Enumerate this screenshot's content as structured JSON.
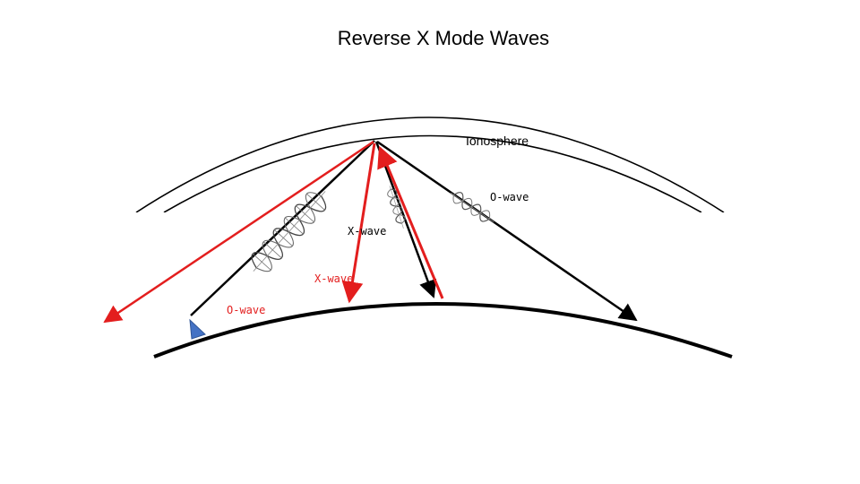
{
  "title": "Reverse X Mode Waves",
  "labels": {
    "ionosphere": "Ionosphere",
    "o_wave_upper": "O-wave",
    "x_wave_upper": "X-wave",
    "x_wave_lower": "X-wave",
    "o_wave_lower": "O-wave"
  },
  "colors": {
    "o_mode_ray": "#000000",
    "x_mode_ray": "#e31e1e",
    "ionosphere_layer": "#000000",
    "earth_surface": "#000000",
    "transmitter": "#4472c4"
  },
  "icons": {
    "transmitter": "blue-triangle-transmitter-icon",
    "wave_helix": "wave-helix-icon"
  }
}
